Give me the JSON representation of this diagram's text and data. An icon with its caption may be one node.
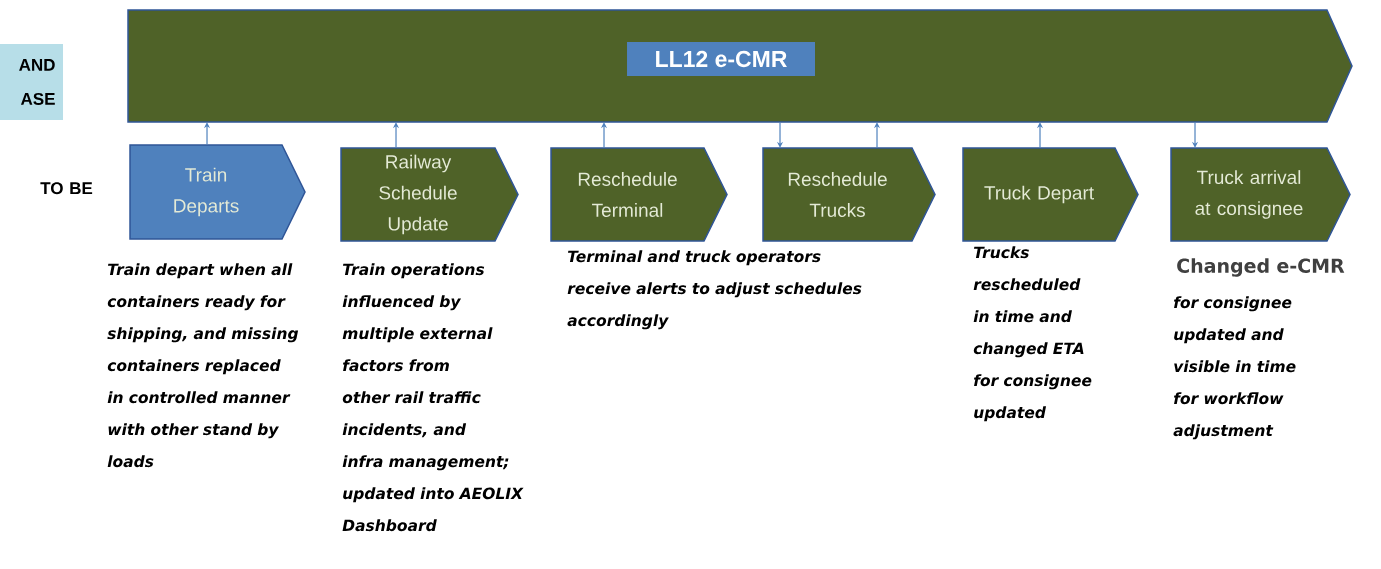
{
  "diagram": {
    "nodes": [
      {
        "text": [
          "AND ASE"
        ]
      },
      {
        "text": [],
        "shape": "box"
      },
      {
        "text": [
          "LL12  e-CMR"
        ],
        "in": 1
      },
      {
        "text": [
          "Train Departs"
        ]
      },
      {
        "text": [
          "Railway Schedule Update"
        ]
      },
      {
        "text": [
          "Reschedule Terminal"
        ]
      },
      {
        "text": [
          "Reschedule Trucks"
        ]
      },
      {
        "text": [
          "Truck Depart"
        ]
      },
      {
        "text": [
          "Truck arrival at consignee"
        ]
      }
    ],
    "edges": [
      {
        "from": 3,
        "to": 1,
        "arrow": "to"
      },
      {
        "from": 4,
        "to": 1,
        "arrow": "to"
      },
      {
        "from": 5,
        "to": 1,
        "arrow": "to"
      },
      {
        "from": 1,
        "to": 6,
        "arrow": "to"
      },
      {
        "from": 6,
        "to": 1,
        "arrow": "to"
      },
      {
        "from": 7,
        "to": 1,
        "arrow": "to"
      },
      {
        "from": 1,
        "to": 8,
        "arrow": "to"
      }
    ],
    "labels": [
      "TO BE",
      "Train depart when all containers ready for shipping, and missing containers replaced in controlled manner with other stand by loads",
      "Train operations influenced by multiple external factors from other rail traffic incidents, and infra management; updated into AEOLIX Dashboard",
      "Terminal and truck operators receive alerts to adjust schedules accordingly",
      "Trucks rescheduled in time and changed ETA for consignee updated",
      "Changed e-CMR",
      "for consignee updated and visible in time for workflow adjustment"
    ]
  }
}
